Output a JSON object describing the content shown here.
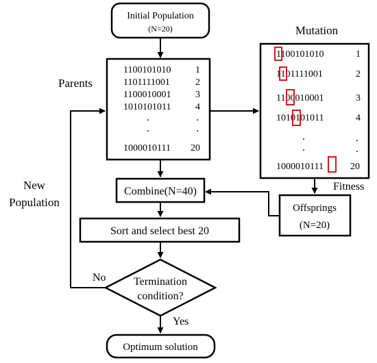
{
  "nodes": {
    "initial": {
      "title": "Initial Population",
      "size": "(N=20)"
    },
    "combine": "Combine(N=40)",
    "sort": "Sort and select best 20",
    "termination": {
      "line1": "Termination",
      "line2": "condition?"
    },
    "optimum": "Optimum solution",
    "offsprings": {
      "title": "Offsprings",
      "size": "(N=20)"
    }
  },
  "labels": {
    "parents": "Parents",
    "mutation": "Mutation",
    "fitness": "Fitness",
    "new_population_1": "New",
    "new_population_2": "Population",
    "no": "No",
    "yes": "Yes"
  },
  "parents_list": {
    "rows": [
      {
        "bits": "1100101010",
        "index": "1"
      },
      {
        "bits": "1101111001",
        "index": "2"
      },
      {
        "bits": "1100010001",
        "index": "3"
      },
      {
        "bits": "1010101011",
        "index": "4"
      }
    ],
    "dots": ".",
    "last": {
      "bits": "1000010111",
      "index": "20"
    }
  },
  "mutation_list": {
    "rows": [
      {
        "bits": "1100101010",
        "index": "1",
        "mutated_bit": 1
      },
      {
        "bits": "1101111001",
        "index": "2",
        "mutated_bit": 2
      },
      {
        "bits": "1100010001",
        "index": "3",
        "mutated_bit": 3
      },
      {
        "bits": "1010101011",
        "index": "4",
        "mutated_bit": 4
      }
    ],
    "dots": ".",
    "last": {
      "bits": "1000010111",
      "index": "20",
      "mutated_bit": 10
    }
  },
  "colors": {
    "mutation_marker": "#d11a1a",
    "stroke": "#000000"
  }
}
